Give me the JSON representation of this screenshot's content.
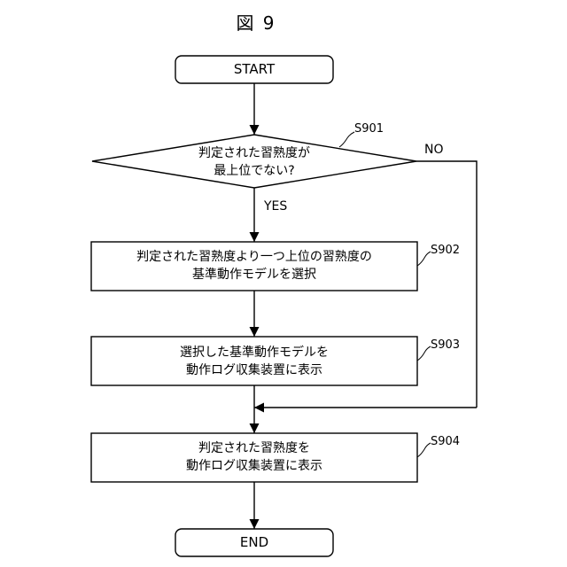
{
  "figure_title": "図 9",
  "start": {
    "label": "START"
  },
  "decision": {
    "step_id": "S901",
    "line1": "判定された習熟度が",
    "line2": "最上位でない?",
    "yes_label": "YES",
    "no_label": "NO"
  },
  "process": [
    {
      "step_id": "S902",
      "line1": "判定された習熟度より一つ上位の習熟度の",
      "line2": "基準動作モデルを選択"
    },
    {
      "step_id": "S903",
      "line1": "選択した基準動作モデルを",
      "line2": "動作ログ収集装置に表示"
    },
    {
      "step_id": "S904",
      "line1": "判定された習熟度を",
      "line2": "動作ログ収集装置に表示"
    }
  ],
  "end": {
    "label": "END"
  }
}
